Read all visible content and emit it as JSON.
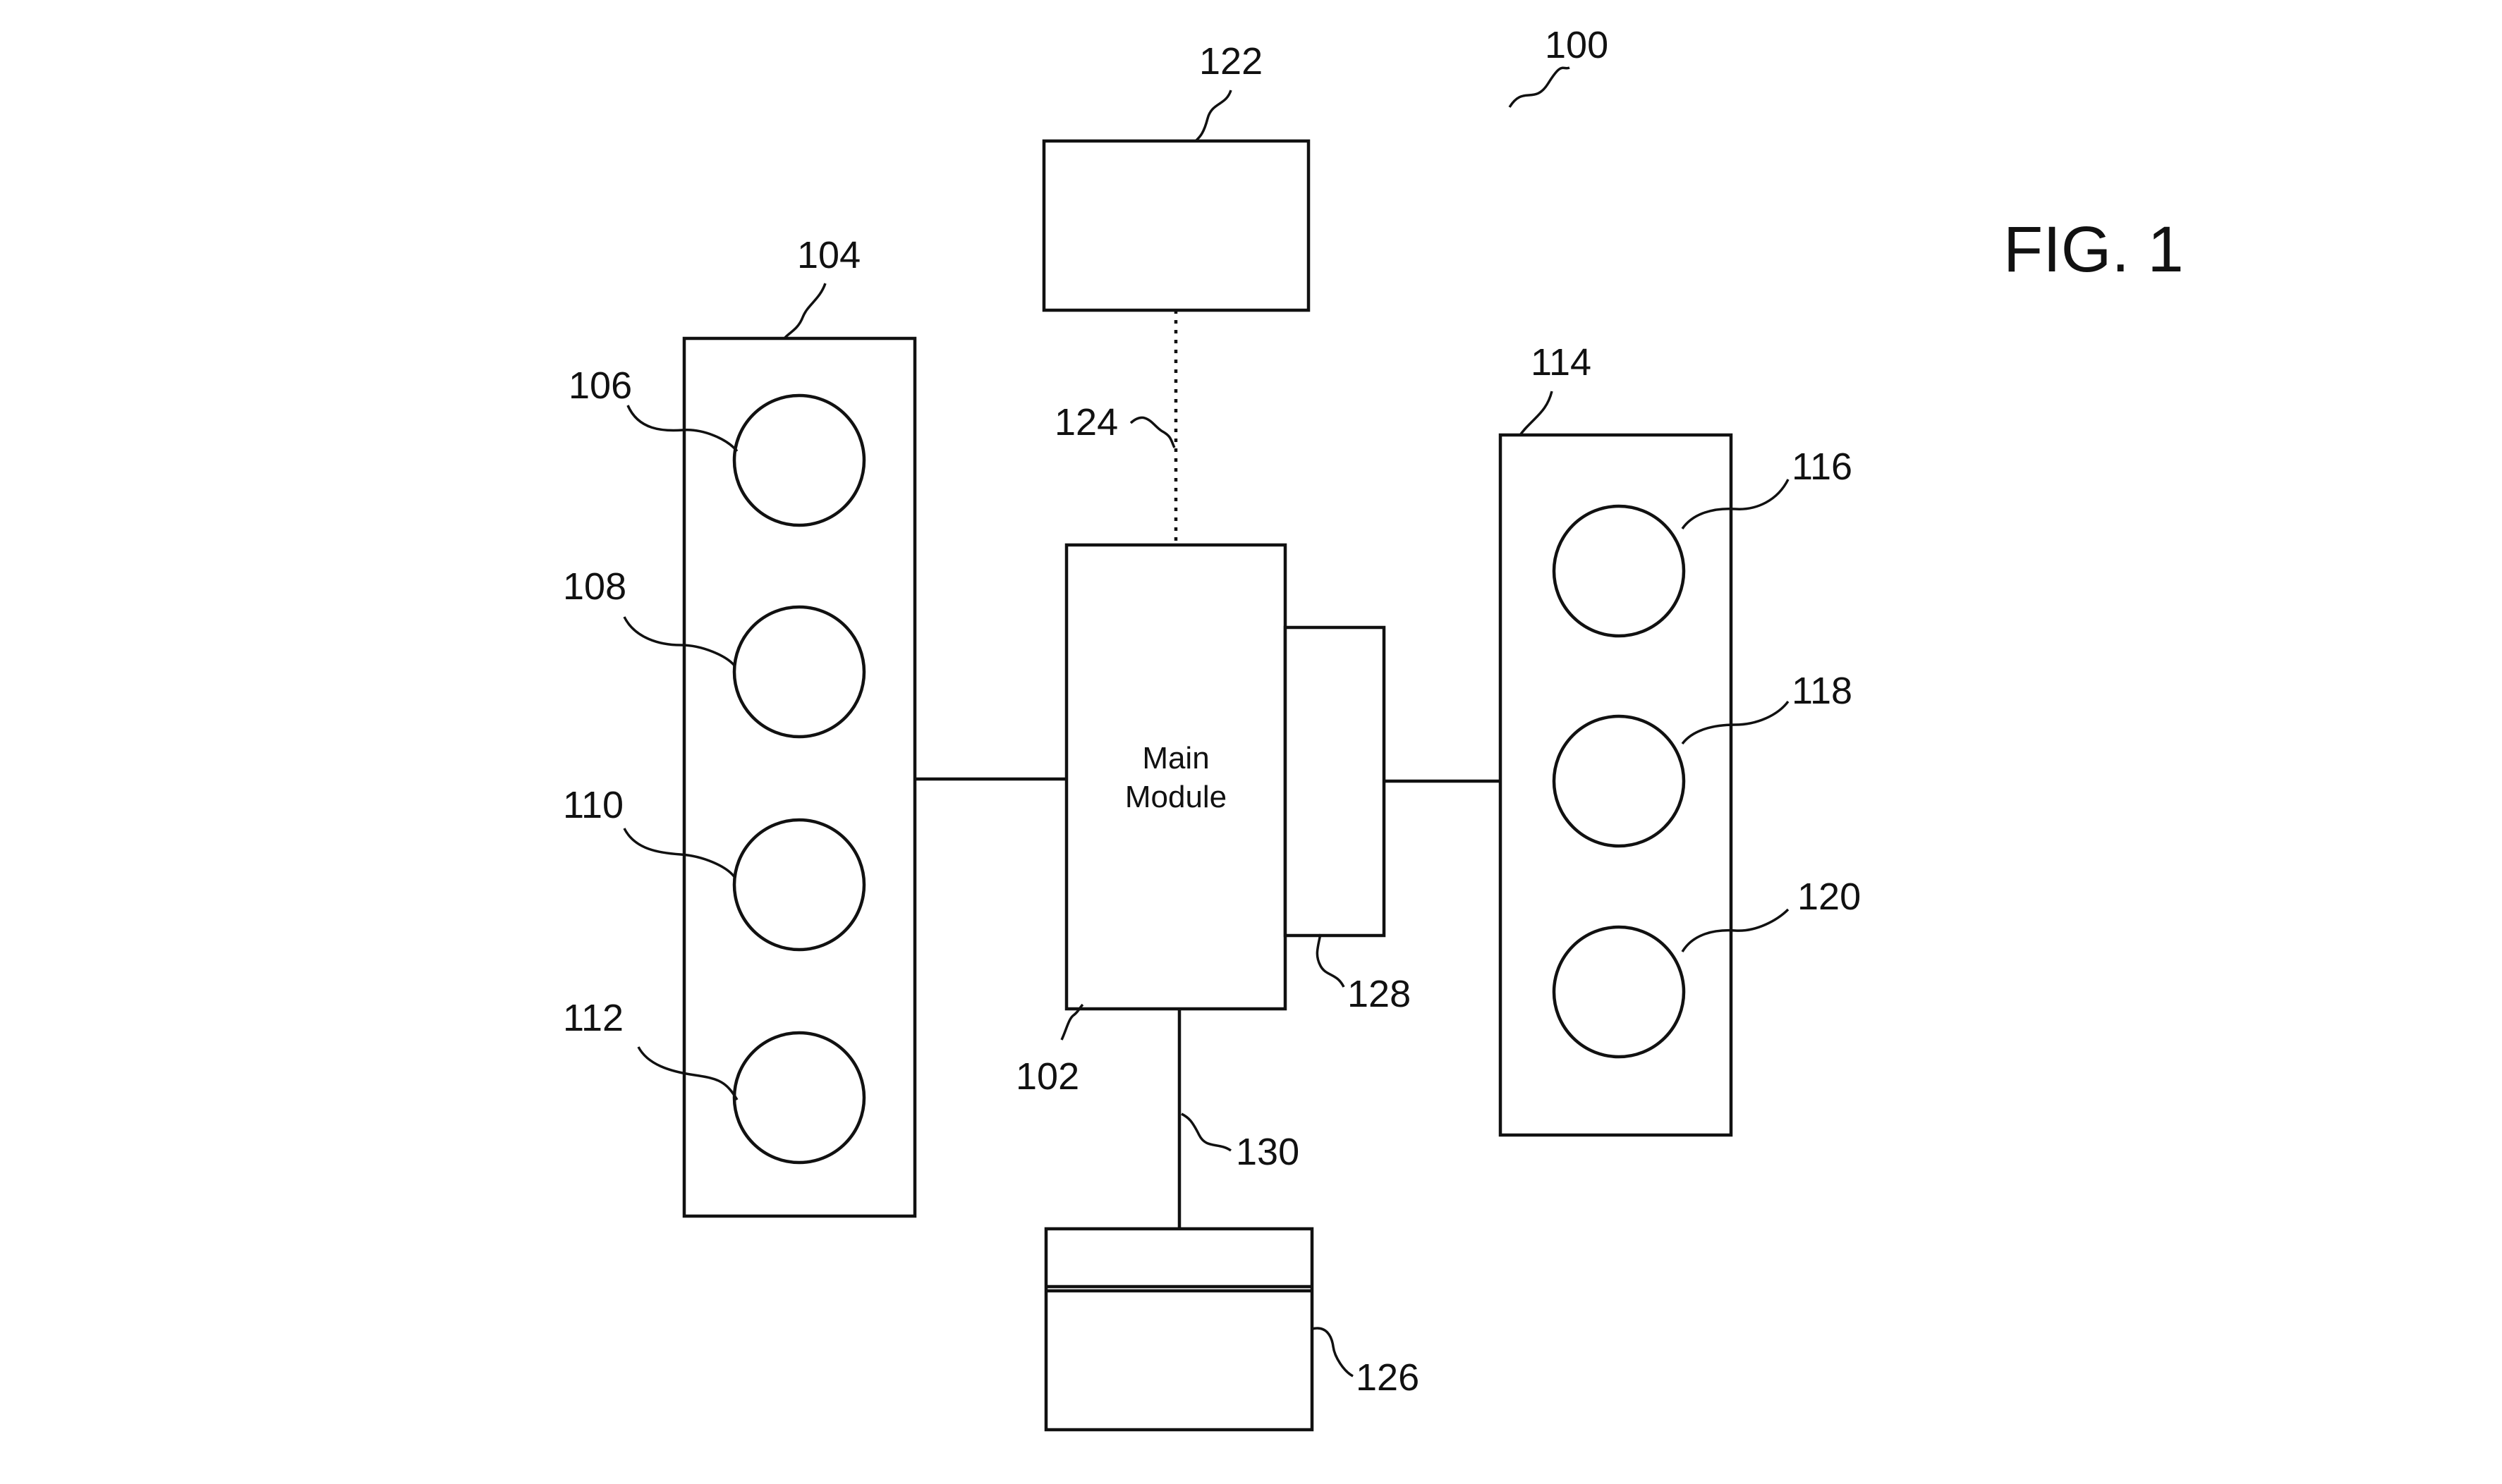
{
  "figure": {
    "label": "FIG. 1",
    "ref_system": "100"
  },
  "main_module": {
    "ref": "102",
    "label_line1": "Main",
    "label_line2": "Module"
  },
  "left_panel": {
    "ref": "104",
    "elements": [
      "106",
      "108",
      "110",
      "112"
    ]
  },
  "right_panel": {
    "ref": "114",
    "elements": [
      "116",
      "118",
      "120"
    ]
  },
  "top_box": {
    "ref": "122"
  },
  "dotted_link": {
    "ref": "124"
  },
  "bottom_box": {
    "ref": "126"
  },
  "side_block": {
    "ref": "128"
  },
  "bottom_link": {
    "ref": "130"
  },
  "colors": {
    "line": "#111111",
    "background": "#ffffff"
  }
}
